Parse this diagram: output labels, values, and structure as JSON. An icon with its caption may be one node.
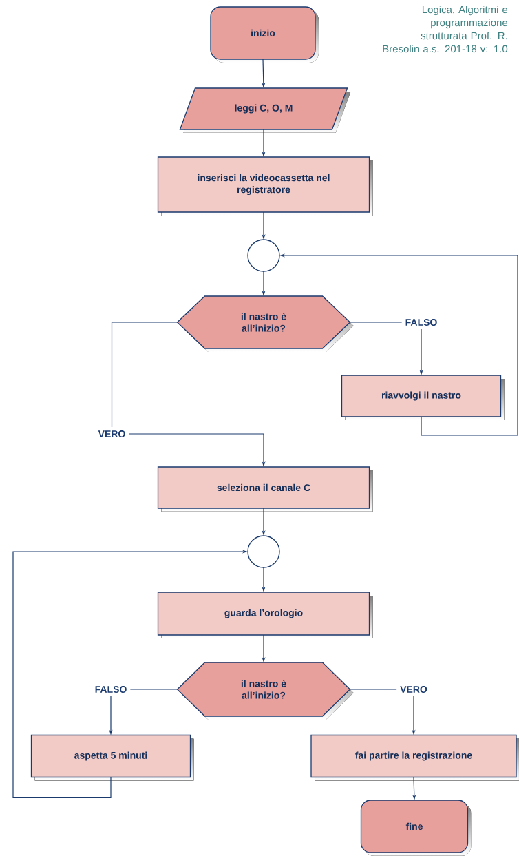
{
  "diagram": {
    "nodes": [
      {
        "text": [
          "inizio"
        ]
      },
      {
        "text": [
          "leggi C, O, M"
        ]
      },
      {
        "text": [
          "inserisci la videocassetta nel registratore"
        ]
      },
      {
        "text": [],
        "shape": "circle"
      },
      {
        "text": [
          "il nastro è all’inizio?"
        ]
      },
      {
        "text": [
          "riavvolgi il nastro"
        ]
      },
      {
        "text": [
          "seleziona il canale C"
        ]
      },
      {
        "text": [],
        "shape": "circle"
      },
      {
        "text": [
          "guarda l’orologio"
        ]
      },
      {
        "text": [
          "il nastro è all’inizio?"
        ]
      },
      {
        "text": [
          "aspetta 5 minuti"
        ]
      },
      {
        "text": [
          "fai partire la registrazione"
        ]
      },
      {
        "text": [
          "fine"
        ]
      }
    ],
    "edges": [
      {
        "from": 0,
        "to": 1,
        "arrow": "to"
      },
      {
        "from": 1,
        "to": 2,
        "arrow": "to"
      },
      {
        "from": 2,
        "to": 3,
        "arrow": "to"
      },
      {
        "from": 3,
        "to": 4,
        "arrow": "to"
      },
      {
        "from": 4,
        "to": 5,
        "arrow": "to",
        "label": "FALSO"
      },
      {
        "from": 5,
        "to": 3,
        "arrow": "to"
      },
      {
        "from": 4,
        "to": 6,
        "arrow": "to",
        "label": "VERO"
      },
      {
        "from": 6,
        "to": 7,
        "arrow": "to"
      },
      {
        "from": 7,
        "to": 8,
        "arrow": "to"
      },
      {
        "from": 8,
        "to": 9,
        "arrow": "to"
      },
      {
        "from": 9,
        "to": 10,
        "arrow": "to",
        "label": "FALSO"
      },
      {
        "from": 9,
        "to": 11,
        "arrow": "to",
        "label": "VERO"
      },
      {
        "from": 10,
        "to": 7,
        "arrow": "to"
      },
      {
        "from": 11,
        "to": 12,
        "arrow": "to"
      }
    ],
    "labels": [
      "Logica, Algoritmi e programmazione strutturata Prof. R. Bresolin a.s. 201-18 v: 1.0"
    ]
  }
}
